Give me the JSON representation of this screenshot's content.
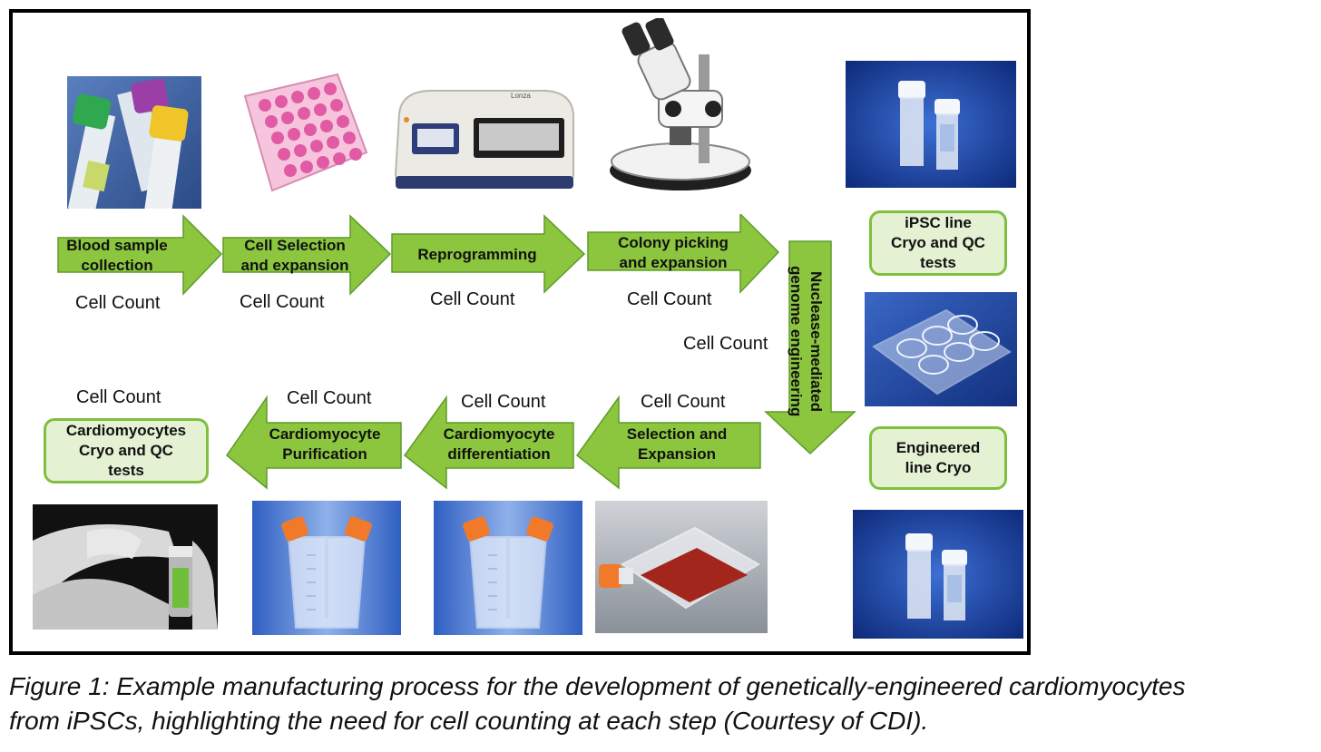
{
  "steps_top": [
    {
      "label_line1": "Blood sample",
      "label_line2": "collection",
      "count": "Cell Count"
    },
    {
      "label_line1": "Cell Selection",
      "label_line2": "and expansion",
      "count": "Cell Count"
    },
    {
      "label_line1": "Reprogramming",
      "label_line2": "",
      "count": "Cell Count"
    },
    {
      "label_line1": "Colony picking",
      "label_line2": "and expansion",
      "count": "Cell Count"
    }
  ],
  "vertical_step": {
    "label_line1": "Nuclease-mediated",
    "label_line2": "genome engineering",
    "count": "Cell Count"
  },
  "steps_bottom": [
    {
      "label_line1": "Selection and",
      "label_line2": "Expansion",
      "count": "Cell Count"
    },
    {
      "label_line1": "Cardiomyocyte",
      "label_line2": "differentiation",
      "count": "Cell Count"
    },
    {
      "label_line1": "Cardiomyocyte",
      "label_line2": "Purification",
      "count": "Cell Count"
    }
  ],
  "boxes": {
    "ipsc": {
      "line1": "iPSC line",
      "line2": "Cryo and QC",
      "line3": "tests"
    },
    "engineered": {
      "line1": "Engineered",
      "line2": "line Cryo"
    },
    "cardio": {
      "line1": "Cardiomyocytes",
      "line2": "Cryo and QC",
      "line3": "tests",
      "count": "Cell Count"
    }
  },
  "device_brand": "Lonza",
  "caption": {
    "line1": "Figure 1: Example manufacturing process for the development of genetically-engineered cardiomyocytes",
    "line2": "from iPSCs, highlighting the need for cell counting at each step (Courtesy of CDI)."
  },
  "colors": {
    "arrow_fill": "#8cc63f",
    "arrow_stroke": "#5e9a2a",
    "box_fill": "#e4f1d3",
    "box_border": "#7fbf3f",
    "frame": "#000000"
  }
}
